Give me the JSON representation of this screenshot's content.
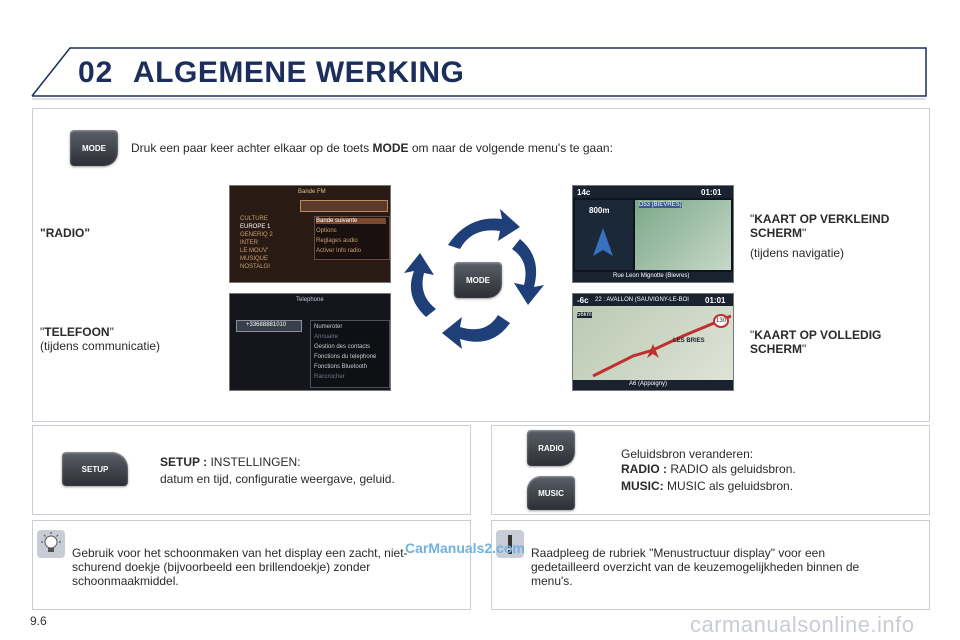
{
  "header": {
    "chapter": "02",
    "title": "ALGEMENE WERKING"
  },
  "intro": {
    "before": "Druk een paar keer achter elkaar op de toets ",
    "mode_word": "MODE",
    "after": " om naar de volgende menu's te gaan:"
  },
  "buttons": {
    "mode": "MODE",
    "setup": "SETUP",
    "radio": "RADIO",
    "music": "MUSIC"
  },
  "menus": {
    "radio": "\"RADIO\"",
    "telefoon": {
      "q1": "\"",
      "label": "TELEFOON",
      "q2": "\"",
      "sub": "(tijdens communicatie)"
    },
    "kaart_verkleind": {
      "q1": "\"",
      "label": "KAART OP VERKLEIND SCHERM",
      "q2": "\"",
      "sub": "(tijdens navigatie)"
    },
    "kaart_volledig": {
      "q1": "\"",
      "label": "KAART OP VOLLEDIG SCHERM",
      "q2": "\""
    }
  },
  "radio_screen": {
    "title": "Bande FM",
    "list": [
      "CULTURE",
      "EUROPE 1",
      "GENERIQ 2",
      "INTER",
      "LE MOUV'",
      "MUSIQUE",
      "NOSTALGI"
    ],
    "submenu": [
      "Bande suivante",
      "Options",
      "Reglages audio",
      "Activer Info radio"
    ]
  },
  "phone_screen": {
    "title": "Telephone",
    "number": "+33688881010",
    "menu": [
      "Numeroter",
      "Annuaire",
      "Gestion des contacts",
      "Fonctions du telephone",
      "Fonctions Bluetooth",
      "Raccrocher"
    ]
  },
  "nav_small": {
    "temp": "14c",
    "time": "01:01",
    "dist": "800m",
    "road": "D53 (BIEVRES)",
    "street": "Rue Leon Mignotte (Bievres)"
  },
  "nav_full": {
    "temp": "-6c",
    "time": "01:01",
    "route": "22 : AVALLON (SAUVIGNY-LE-BOI",
    "place": "LES BRIES",
    "speed": "130",
    "road": "A6 (Appoigny)",
    "dist": "56km"
  },
  "setup": {
    "label": "SETUP : ",
    "text": "INSTELLINGEN:",
    "desc": "datum en tijd, configuratie weergave, geluid."
  },
  "source": {
    "title": "Geluidsbron veranderen:",
    "radio_label": "RADIO : ",
    "radio_text": "RADIO als geluidsbron.",
    "music_label": "MUSIC: ",
    "music_text": "MUSIC als geluidsbron."
  },
  "tip": {
    "text": "Gebruik voor het schoonmaken van het display een zacht, niet-schurend doekje (bijvoorbeeld een brillendoekje) zonder schoonmaakmiddel."
  },
  "note": {
    "text": "Raadpleeg de rubriek \"Menustructuur display\" voor een gedetailleerd overzicht van de keuzemogelijkheden binnen de menu's."
  },
  "page_number": "9.6",
  "watermark": "CarManuals2.com",
  "footer_watermark": "carmanualsonline.info",
  "colors": {
    "title": "#1c2f5c",
    "arrow": "#1f3f78",
    "border": "#c9ced8"
  }
}
